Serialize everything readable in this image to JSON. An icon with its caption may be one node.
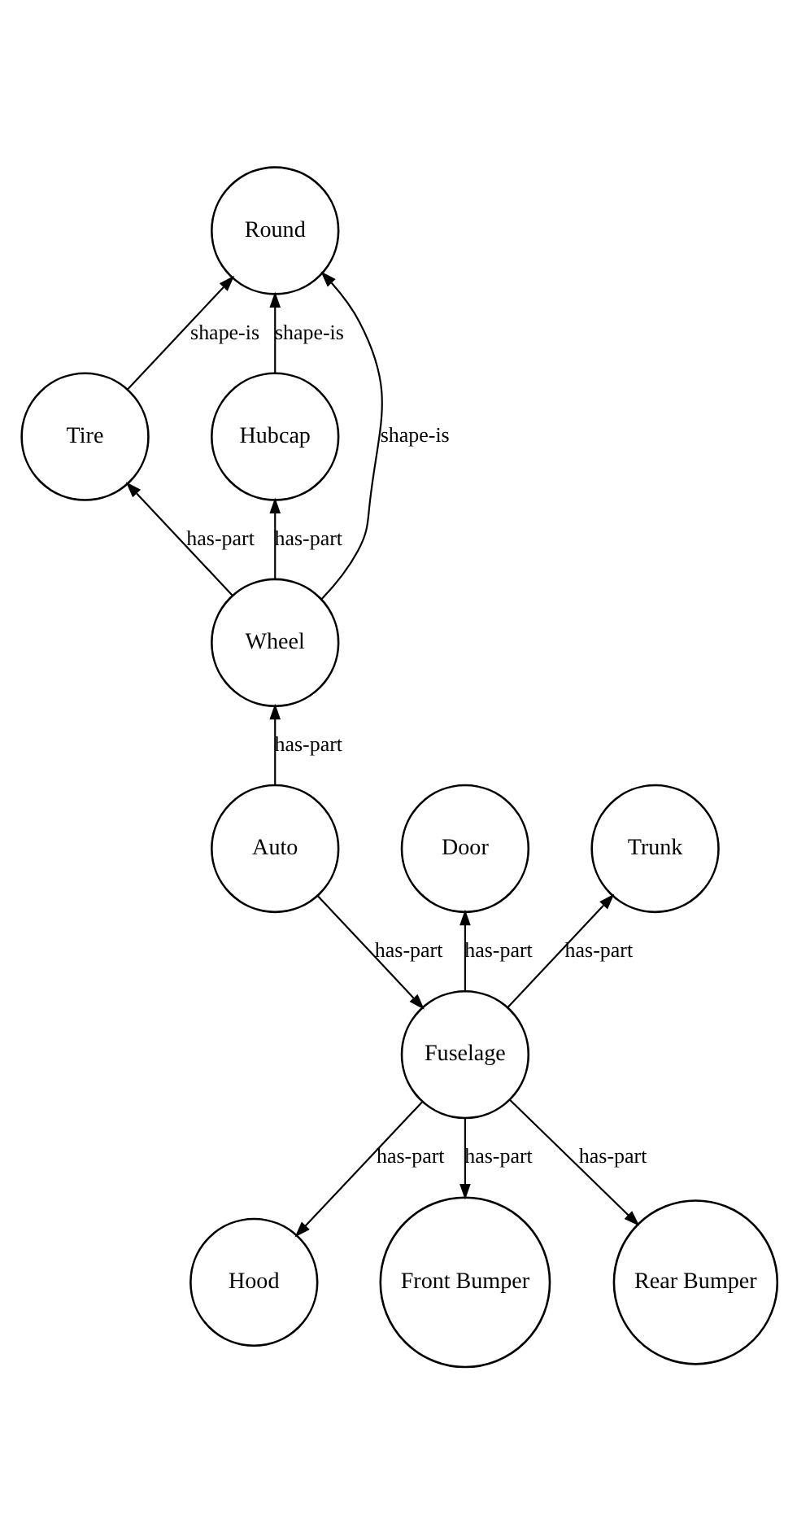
{
  "diagram": {
    "nodes": [
      {
        "text": [
          "Round"
        ]
      },
      {
        "text": [
          "Tire"
        ]
      },
      {
        "text": [
          "Hubcap"
        ]
      },
      {
        "text": [
          "Wheel"
        ]
      },
      {
        "text": [
          "Auto"
        ]
      },
      {
        "text": [
          "Door"
        ]
      },
      {
        "text": [
          "Trunk"
        ]
      },
      {
        "text": [
          "Fuselage"
        ]
      },
      {
        "text": [
          "Hood"
        ]
      },
      {
        "text": [
          "Front Bumper"
        ]
      },
      {
        "text": [
          "Rear Bumper"
        ]
      }
    ],
    "edges": [
      {
        "from": 1,
        "to": 0,
        "arrow": "to",
        "label": "shape-is"
      },
      {
        "from": 3,
        "to": 0,
        "arrow": "to",
        "label": "shape-is"
      },
      {
        "from": 2,
        "to": 0,
        "arrow": "to",
        "label": "shape-is"
      },
      {
        "from": 3,
        "to": 1,
        "arrow": "to",
        "label": "has-part"
      },
      {
        "from": 3,
        "to": 2,
        "arrow": "to",
        "label": "has-part"
      },
      {
        "from": 4,
        "to": 3,
        "arrow": "to",
        "label": "has-part"
      },
      {
        "from": 4,
        "to": 7,
        "arrow": "to",
        "label": "has-part"
      },
      {
        "from": 7,
        "to": 5,
        "arrow": "to",
        "label": "has-part"
      },
      {
        "from": 7,
        "to": 6,
        "arrow": "to",
        "label": "has-part"
      },
      {
        "from": 7,
        "to": 8,
        "arrow": "to",
        "label": "has-part"
      },
      {
        "from": 7,
        "to": 10,
        "arrow": "to",
        "label": "has-part"
      },
      {
        "from": 7,
        "to": 9,
        "arrow": "to",
        "label": "has-part"
      }
    ]
  }
}
